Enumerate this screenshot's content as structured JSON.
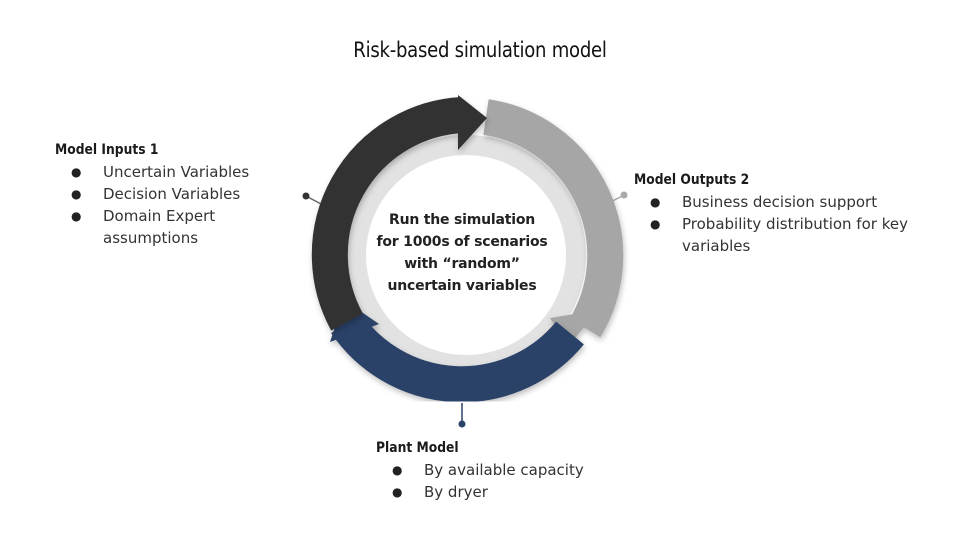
{
  "title": "Risk-based simulation model",
  "center": {
    "lines": [
      "Run the simulation",
      "for 1000s of scenarios",
      "with “random”",
      "uncertain variables"
    ]
  },
  "inputs": {
    "title": "Model Inputs 1",
    "items": [
      "Uncertain Variables",
      "Decision Variables",
      "Domain Expert assumptions"
    ]
  },
  "outputs": {
    "title": "Model Outputs 2",
    "items": [
      "Business decision support",
      "Probability distribution for key variables"
    ]
  },
  "plant": {
    "title": "Plant Model",
    "items": [
      "By available capacity",
      "By dryer"
    ]
  },
  "bullet_glyph": "●",
  "colors": {
    "arrow_inputs": "#333333",
    "arrow_outputs": "#a6a6a6",
    "arrow_plant": "#2b4368",
    "ring_inner": "#e2e2e2",
    "connector": "#666666"
  }
}
